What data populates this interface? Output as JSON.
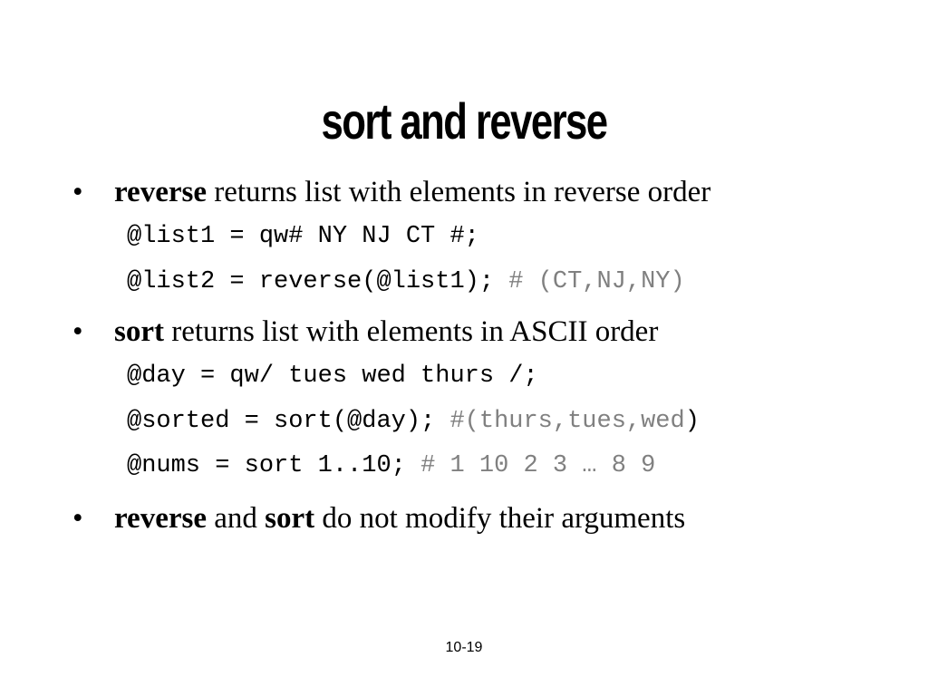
{
  "slide": {
    "title": "sort and reverse",
    "bullet1": {
      "keyword": "reverse",
      "text": " returns list with elements in reverse order"
    },
    "code1": {
      "line1": "@list1 = qw# NY NJ CT #;",
      "line2_code": "@list2 = reverse(@list1); ",
      "line2_comment": "# (CT,NJ,NY)"
    },
    "bullet2": {
      "keyword": "sort",
      "text": " returns list with elements in ASCII order"
    },
    "code2": {
      "line1": "@day = qw/ tues wed thurs /;",
      "line2_code": "@sorted = sort(@day); ",
      "line2_comment": "#(thurs,tues,wed",
      "line2_end": ")",
      "line3_code": "@nums = sort 1..10; ",
      "line3_comment": "# 1 10 2 3 … 8 9"
    },
    "bullet3": {
      "keyword1": "reverse",
      "mid": " and ",
      "keyword2": "sort",
      "text": " do not modify their arguments"
    },
    "footer": "10-19",
    "bullet_glyph": "•"
  },
  "colors": {
    "text": "#000000",
    "comment": "#808080",
    "background": "#ffffff"
  }
}
